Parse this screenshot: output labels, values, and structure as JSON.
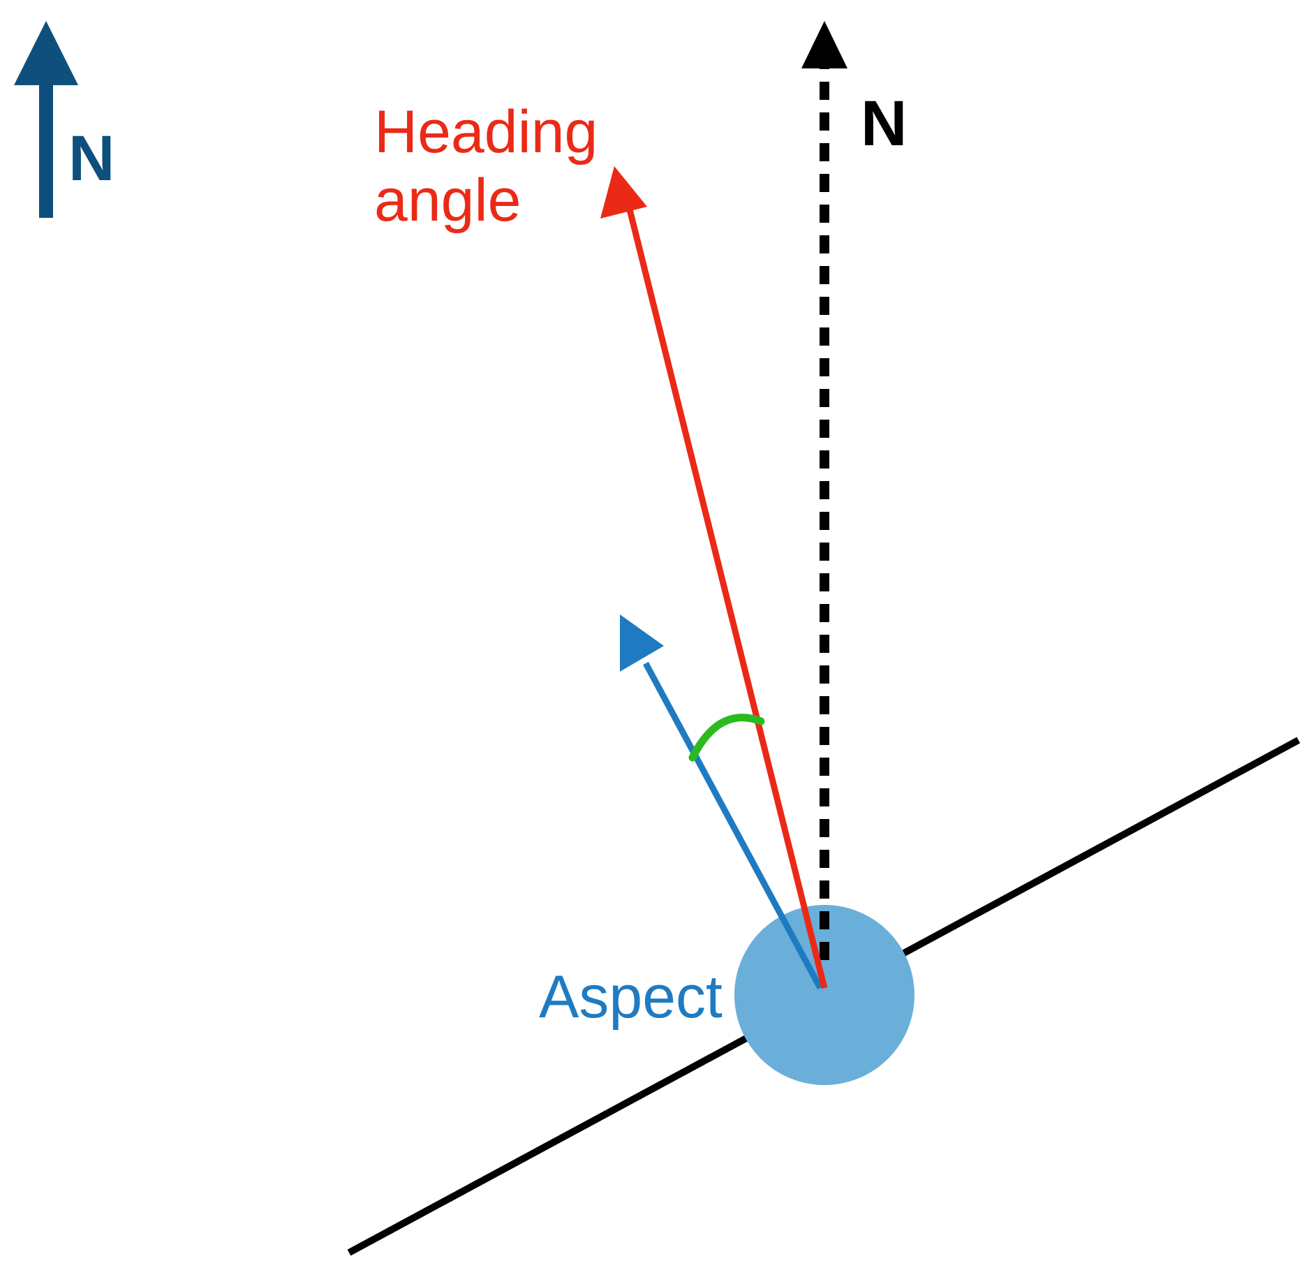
{
  "colors": {
    "background": "#ffffff",
    "compass": "#0e4f7d",
    "heading": "#ea2a17",
    "aspect": "#1f7bc1",
    "aspect_disc": "#6aafd9",
    "angle_arc": "#2cba1c",
    "north_reference": "#000000",
    "slope_line": "#000000"
  },
  "compass": {
    "label": "N",
    "icon": "north-arrow-icon"
  },
  "north_reference": {
    "label": "N",
    "style": "dashed"
  },
  "heading": {
    "label_line1": "Heading",
    "label_line2": "angle"
  },
  "aspect": {
    "label": "Aspect"
  }
}
